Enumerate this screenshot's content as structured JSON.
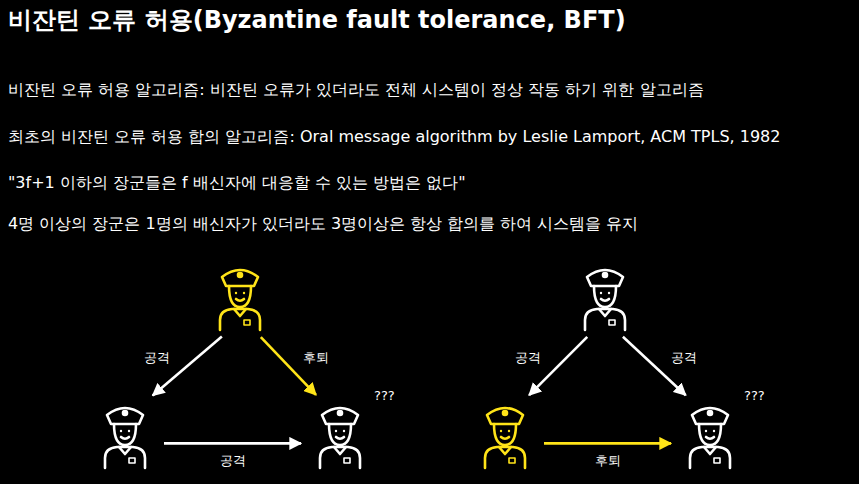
{
  "diagram": {
    "title": "비잔틴 오류 허용(Byzantine fault tolerance, BFT)",
    "nodes": [
      {
        "text": []
      },
      {
        "text": []
      },
      {
        "text": []
      },
      {
        "text": [
          "???"
        ]
      },
      {
        "text": []
      },
      {
        "text": [
          "???"
        ]
      }
    ],
    "edges": [
      {
        "from": 0,
        "to": 2,
        "label": "공격",
        "arrow": "to"
      },
      {
        "from": 0,
        "to": 3,
        "label": "후퇴",
        "arrow": "to"
      },
      {
        "from": 2,
        "to": 3,
        "label": "공격",
        "arrow": "to"
      },
      {
        "from": 1,
        "to": 4,
        "label": "공격",
        "arrow": "to"
      },
      {
        "from": 1,
        "to": 5,
        "label": "공격",
        "arrow": "to"
      },
      {
        "from": 4,
        "to": 5,
        "label": "후퇴",
        "arrow": "to"
      }
    ],
    "labels": [
      "비잔틴 오류 허용 알고리즘: 비잔틴 오류가 있더라도 전체 시스템이 정상 작동 하기 위한 알고리즘",
      "최초의 비잔틴 오류 허용 합의 알고리즘: Oral message algorithm by Leslie Lamport, ACM TPLS, 1982",
      "\"3f+1 이하의 장군들은 f 배신자에 대응할 수 있는 방법은 없다\"",
      "4명 이상의 장군은 1명의 배신자가 있더라도 3명이상은 항상 합의를 하여 시스템을 유지"
    ]
  }
}
